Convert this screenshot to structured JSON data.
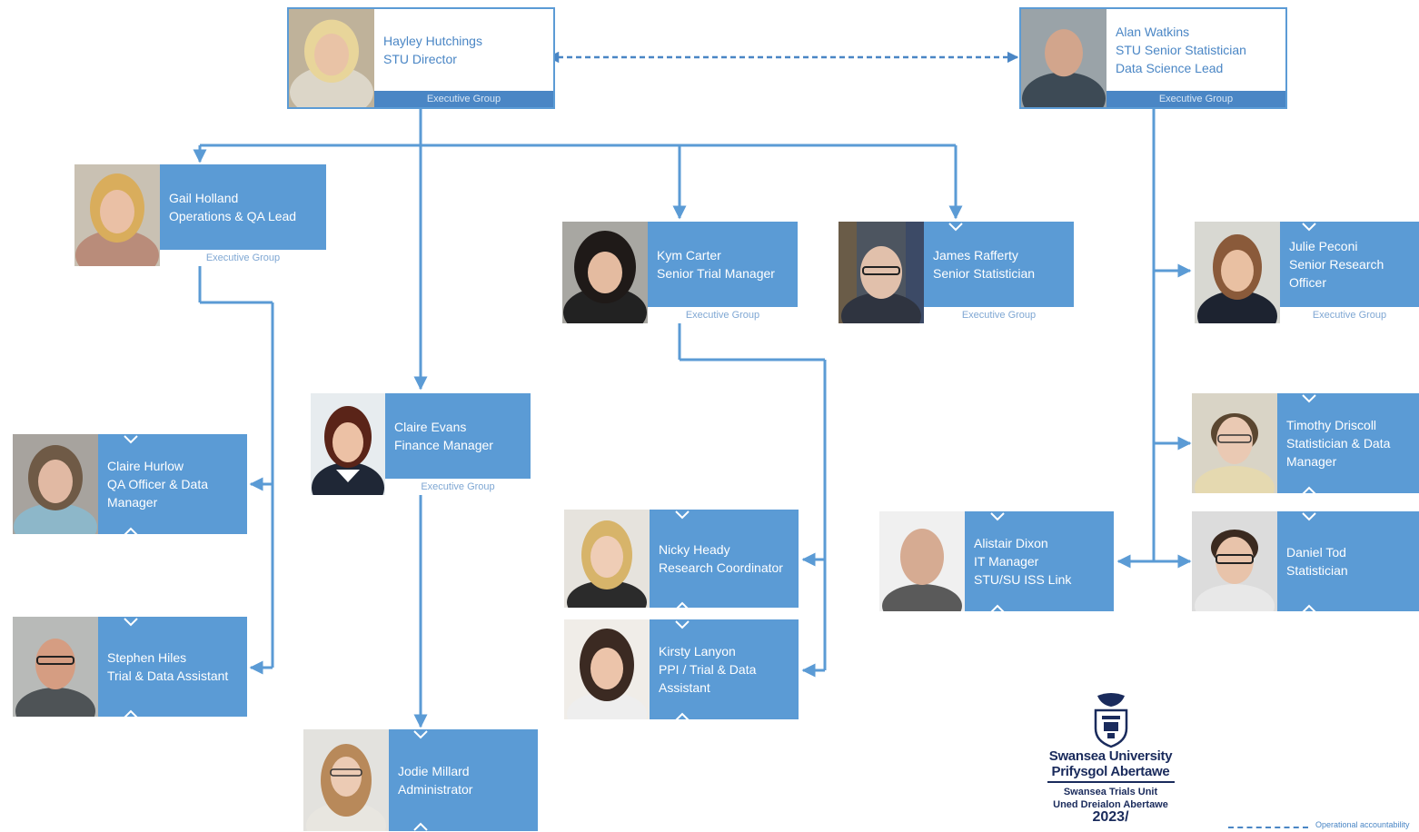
{
  "people": [
    {
      "id": "hayley",
      "name": "Hayley Hutchings",
      "roles": [
        "STU Director"
      ],
      "group": "Executive Group"
    },
    {
      "id": "alan",
      "name": "Alan Watkins",
      "roles": [
        "STU Senior Statistician",
        "Data Science Lead"
      ],
      "group": "Executive Group"
    },
    {
      "id": "gail",
      "name": "Gail Holland",
      "roles": [
        "Operations & QA Lead"
      ],
      "group": "Executive Group"
    },
    {
      "id": "kym",
      "name": "Kym Carter",
      "roles": [
        "Senior Trial Manager"
      ],
      "group": "Executive Group"
    },
    {
      "id": "james",
      "name": "James Rafferty",
      "roles": [
        "Senior Statistician"
      ],
      "group": "Executive Group"
    },
    {
      "id": "julie",
      "name": "Julie Peconi",
      "roles": [
        "Senior Research",
        "Officer"
      ],
      "group": "Executive Group"
    },
    {
      "id": "claireh",
      "name": "Claire Hurlow",
      "roles": [
        "QA Officer & Data",
        "Manager"
      ]
    },
    {
      "id": "clairee",
      "name": "Claire Evans",
      "roles": [
        "Finance Manager"
      ],
      "group": "Executive Group"
    },
    {
      "id": "stephen",
      "name": "Stephen Hiles",
      "roles": [
        "Trial & Data Assistant"
      ]
    },
    {
      "id": "jodie",
      "name": "Jodie Millard",
      "roles": [
        "Administrator"
      ]
    },
    {
      "id": "nicky",
      "name": "Nicky Heady",
      "roles": [
        "Research Coordinator"
      ]
    },
    {
      "id": "kirsty",
      "name": "Kirsty Lanyon",
      "roles": [
        "PPI / Trial & Data",
        "Assistant"
      ]
    },
    {
      "id": "alistair",
      "name": "Alistair Dixon",
      "roles": [
        "IT Manager",
        "STU/SU ISS Link"
      ]
    },
    {
      "id": "timothy",
      "name": "Timothy Driscoll",
      "roles": [
        "Statistician & Data",
        "Manager"
      ]
    },
    {
      "id": "daniel",
      "name": "Daniel Tod",
      "roles": [
        "Statistician"
      ]
    }
  ],
  "logo": {
    "line1": "Swansea University",
    "line2": "Prifysgol Abertawe",
    "unit1": "Swansea Trials Unit",
    "unit2": "Uned Dreialon Abertawe",
    "year": "2023/"
  },
  "legend": {
    "text": "Operational accountability"
  },
  "colors": {
    "card": "#5b9bd5",
    "line": "#5b9bd5",
    "dark": "#4a86c5"
  }
}
